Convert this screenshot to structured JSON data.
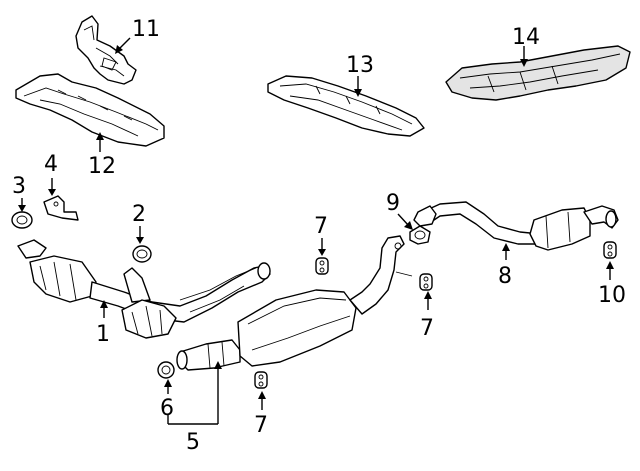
{
  "diagram": {
    "background": "#ffffff",
    "line_color": "#000000",
    "callouts": {
      "c1": "1",
      "c2": "2",
      "c3": "3",
      "c4": "4",
      "c5": "5",
      "c6": "6",
      "c7a": "7",
      "c7b": "7",
      "c7c": "7",
      "c8": "8",
      "c9": "9",
      "c10": "10",
      "c11": "11",
      "c12": "12",
      "c13": "13",
      "c14": "14"
    }
  }
}
